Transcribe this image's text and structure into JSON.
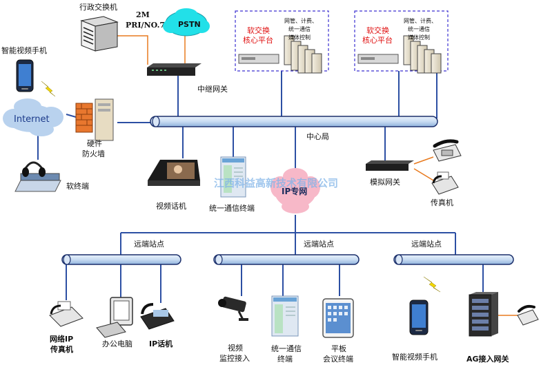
{
  "labels": {
    "admin_switch": "行政交换机",
    "pri_line1": "2M",
    "pri_line2": "PRI/NO.7",
    "pstn": "PSTN",
    "trunk_gateway": "中继网关",
    "smart_phone_top": "智能视频手机",
    "internet": "Internet",
    "firewall_line1": "硬件",
    "firewall_line2": "防火墙",
    "softphone": "软终端",
    "center_office": "中心局",
    "video_phone": "视频话机",
    "uc_terminal_top": "统一通信终端",
    "ip_network": "IP专网",
    "analog_gateway": "模拟网关",
    "fax": "传真机",
    "watermark": "江西科益高新技术有限公司",
    "remote_site_1": "远端站点",
    "remote_site_2": "远端站点",
    "remote_site_3": "远端站点",
    "ip_fax_line1": "网络IP",
    "ip_fax_line2": "传真机",
    "office_pc": "办公电脑",
    "ip_phone": "IP话机",
    "video_monitor_line1": "视频",
    "video_monitor_line2": "监控接入",
    "uc_terminal_bottom_line1": "统一通信",
    "uc_terminal_bottom_line2": "终端",
    "tablet_line1": "平板",
    "tablet_line2": "会议终端",
    "smart_phone_bottom": "智能视频手机",
    "ag_gateway": "AG接入网关"
  },
  "softswitch_boxes": [
    {
      "platform_line1": "软交换",
      "platform_line2": "核心平台",
      "mgmt_line1": "网管、计费、",
      "mgmt_line2": "统一通信",
      "mgmt_line3": "媒体控制"
    },
    {
      "platform_line1": "软交换",
      "platform_line2": "核心平台",
      "mgmt_line1": "网管、计费、",
      "mgmt_line2": "统一通信",
      "mgmt_line3": "媒体控制"
    }
  ],
  "colors": {
    "bus_fill": "#c9dcf2",
    "bus_stroke": "#1b2f6b",
    "line": "#2c4fa3",
    "orange_link": "#e87a1e",
    "dashed_box": "#3a2fd0",
    "pstn_cloud": "#22e0e8",
    "ip_cloud": "#f7b8c8",
    "internet_cloud": "#b9d2ee",
    "lightning": "#f2d600"
  }
}
